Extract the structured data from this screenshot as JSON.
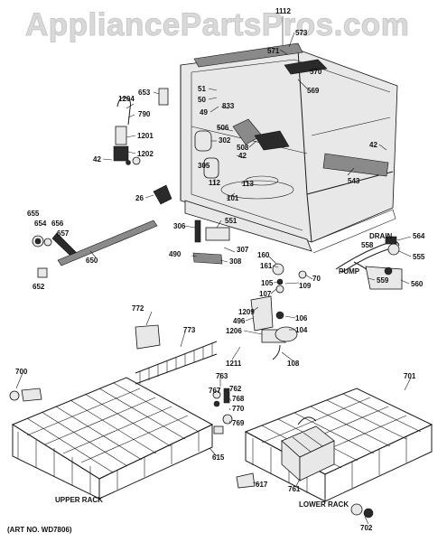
{
  "watermark": "AppliancePartsPros.com",
  "captions": {
    "upper_rack": "UPPER RACK",
    "lower_rack": "LOWER RACK",
    "art_no": "(ART NO. WD7806)",
    "drain": "DRAIN",
    "pump": "PUMP"
  },
  "callouts": [
    "1112",
    "573",
    "571",
    "570",
    "569",
    "653",
    "51",
    "50",
    "49",
    "833",
    "1204",
    "790",
    "1201",
    "1202",
    "42",
    "506",
    "302",
    "508",
    "42",
    "305",
    "112",
    "113",
    "543",
    "42",
    "101",
    "26",
    "655",
    "654",
    "656",
    "657",
    "306",
    "551",
    "564",
    "558",
    "555",
    "650",
    "307",
    "490",
    "308",
    "160",
    "161",
    "70",
    "109",
    "105",
    "559",
    "560",
    "652",
    "107",
    "1209",
    "496",
    "106",
    "104",
    "772",
    "1206",
    "773",
    "108",
    "1211",
    "700",
    "763",
    "767",
    "762",
    "768",
    "770",
    "769",
    "701",
    "615",
    "617",
    "761",
    "702"
  ]
}
